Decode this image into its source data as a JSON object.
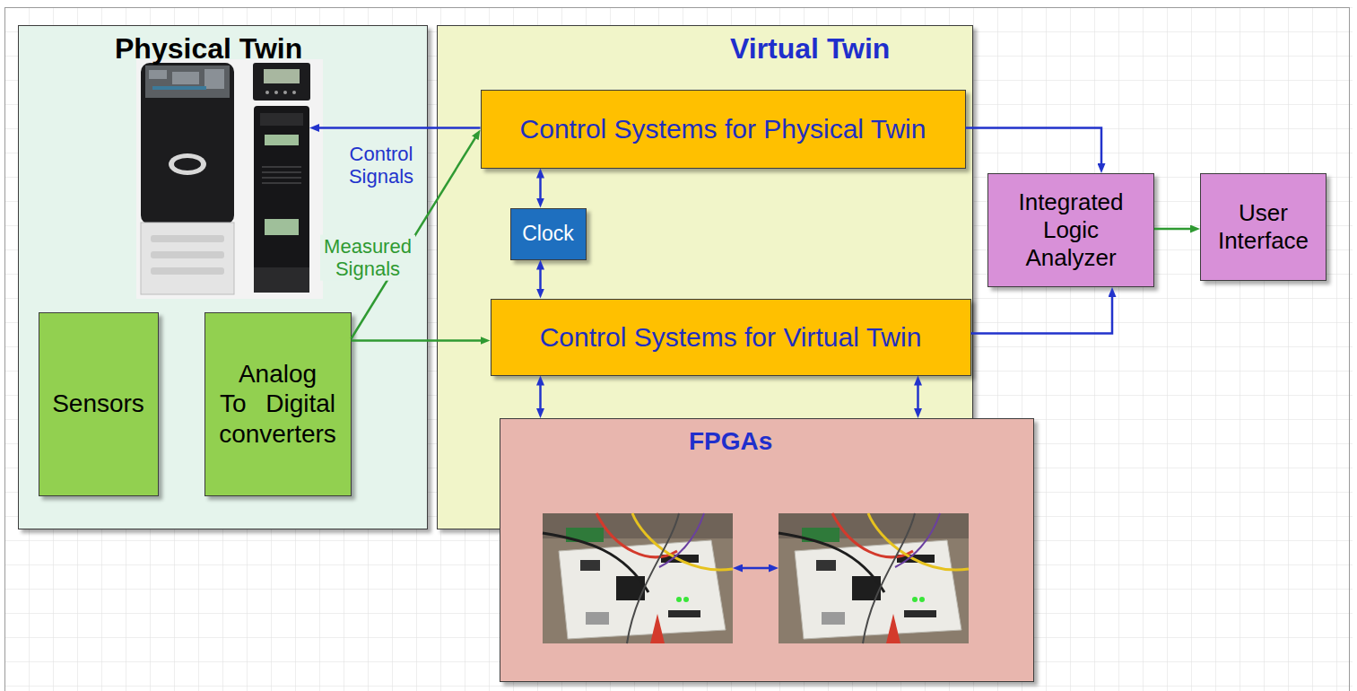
{
  "diagram": {
    "nodes": [
      {
        "text": [
          "Physical Twin"
        ]
      },
      {
        "text": [
          "Sensors"
        ],
        "in": 0
      },
      {
        "text": [
          "Analog To Digital converters"
        ],
        "in": 0
      },
      {
        "text": [
          "Virtual Twin"
        ]
      },
      {
        "text": [
          "Control Systems for Physical Twin"
        ],
        "in": 3
      },
      {
        "text": [
          "Clock"
        ],
        "in": 3
      },
      {
        "text": [
          "Control Systems for Virtual Twin"
        ],
        "in": 3
      },
      {
        "text": [
          "FPGAs"
        ]
      },
      {
        "text": [
          "Integrated Logic Analyzer"
        ]
      },
      {
        "text": [
          "User Interface"
        ]
      }
    ],
    "edges": [
      {
        "from": 4,
        "to": 0,
        "arrow": "to",
        "label": "Control Signals"
      },
      {
        "from": 2,
        "to": 4,
        "arrow": "to",
        "label": "Measured Signals"
      },
      {
        "from": 2,
        "to": 6,
        "arrow": "to"
      },
      {
        "from": 5,
        "to": 4,
        "arrow": "both"
      },
      {
        "from": 5,
        "to": 6,
        "arrow": "both"
      },
      {
        "from": 6,
        "to": 7,
        "arrow": "both"
      },
      {
        "from": 6,
        "to": 7,
        "arrow": "both"
      },
      {
        "from": 4,
        "to": 8,
        "arrow": "to"
      },
      {
        "from": 6,
        "to": 8,
        "arrow": "to"
      },
      {
        "from": 8,
        "to": 9,
        "arrow": "to"
      }
    ]
  }
}
